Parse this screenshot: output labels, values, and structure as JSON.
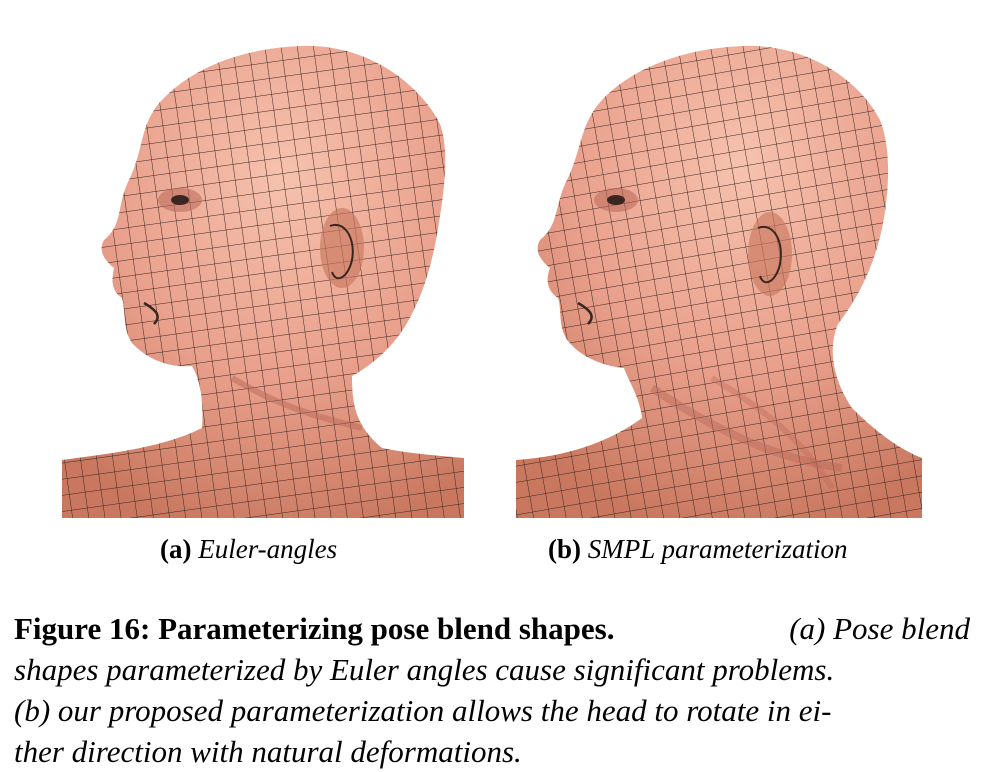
{
  "panels": [
    {
      "tag": "(a)",
      "subtitle": "Euler-angles",
      "icon": "head-mesh-euler-icon",
      "mesh_color": "#E9A08C",
      "shade_color": "#C9785F",
      "wire_color": "#3A2620"
    },
    {
      "tag": "(b)",
      "subtitle": "SMPL parameterization",
      "icon": "head-mesh-smpl-icon",
      "mesh_color": "#E9A08C",
      "shade_color": "#C9785F",
      "wire_color": "#3A2620"
    }
  ],
  "caption": {
    "label": "Figure 16: Parameterizing pose blend shapes.",
    "line1_rest": "(a) Pose blend",
    "line2": "shapes parameterized by Euler angles cause significant problems.",
    "line3": "(b) our proposed parameterization allows the head to rotate in ei-",
    "line4": "ther direction with natural deformations."
  }
}
